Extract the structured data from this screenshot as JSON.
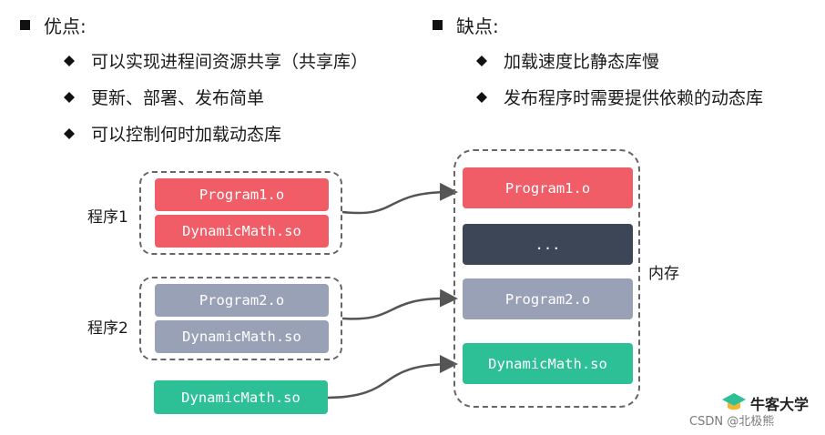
{
  "pros": {
    "heading": "优点:",
    "items": [
      "可以实现进程间资源共享（共享库）",
      "更新、部署、发布简单",
      "可以控制何时加载动态库"
    ]
  },
  "cons": {
    "heading": "缺点:",
    "items": [
      "加载速度比静态库慢",
      "发布程序时需要提供依赖的动态库"
    ]
  },
  "diagram": {
    "program1": {
      "label": "程序1",
      "boxes": [
        "Program1.o",
        "DynamicMath.so"
      ]
    },
    "program2": {
      "label": "程序2",
      "boxes": [
        "Program2.o",
        "DynamicMath.so"
      ]
    },
    "standalone": "DynamicMath.so",
    "memory": {
      "label": "内存",
      "boxes": [
        "Program1.o",
        "...",
        "Program2.o",
        "DynamicMath.so"
      ]
    }
  },
  "colors": {
    "red": "#f05d67",
    "gray": "#99a1b6",
    "dark": "#3c4657",
    "teal": "#2dbf95"
  },
  "watermark": {
    "logo_text": "牛客大学",
    "credit": "CSDN @北极熊"
  }
}
